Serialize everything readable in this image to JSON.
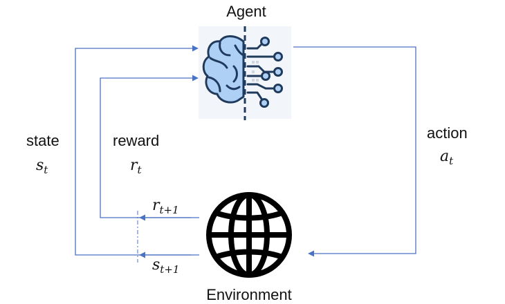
{
  "agent": {
    "title": "Agent",
    "icon": "brain-circuit-icon"
  },
  "environment": {
    "title": "Environment",
    "icon": "globe-icon"
  },
  "state": {
    "label": "state",
    "symbol": "s",
    "subscript": "t"
  },
  "reward": {
    "label": "reward",
    "symbol": "r",
    "subscript": "t"
  },
  "action": {
    "label": "action",
    "symbol": "a",
    "subscript": "t"
  },
  "next_reward": {
    "symbol": "r",
    "subscript": "t+1"
  },
  "next_state": {
    "symbol": "s",
    "subscript": "t+1"
  },
  "colors": {
    "arrow": "#4a72c4",
    "brain_fill": "#aed0f4",
    "brain_stroke": "#1f3a5c",
    "globe": "#000000"
  }
}
